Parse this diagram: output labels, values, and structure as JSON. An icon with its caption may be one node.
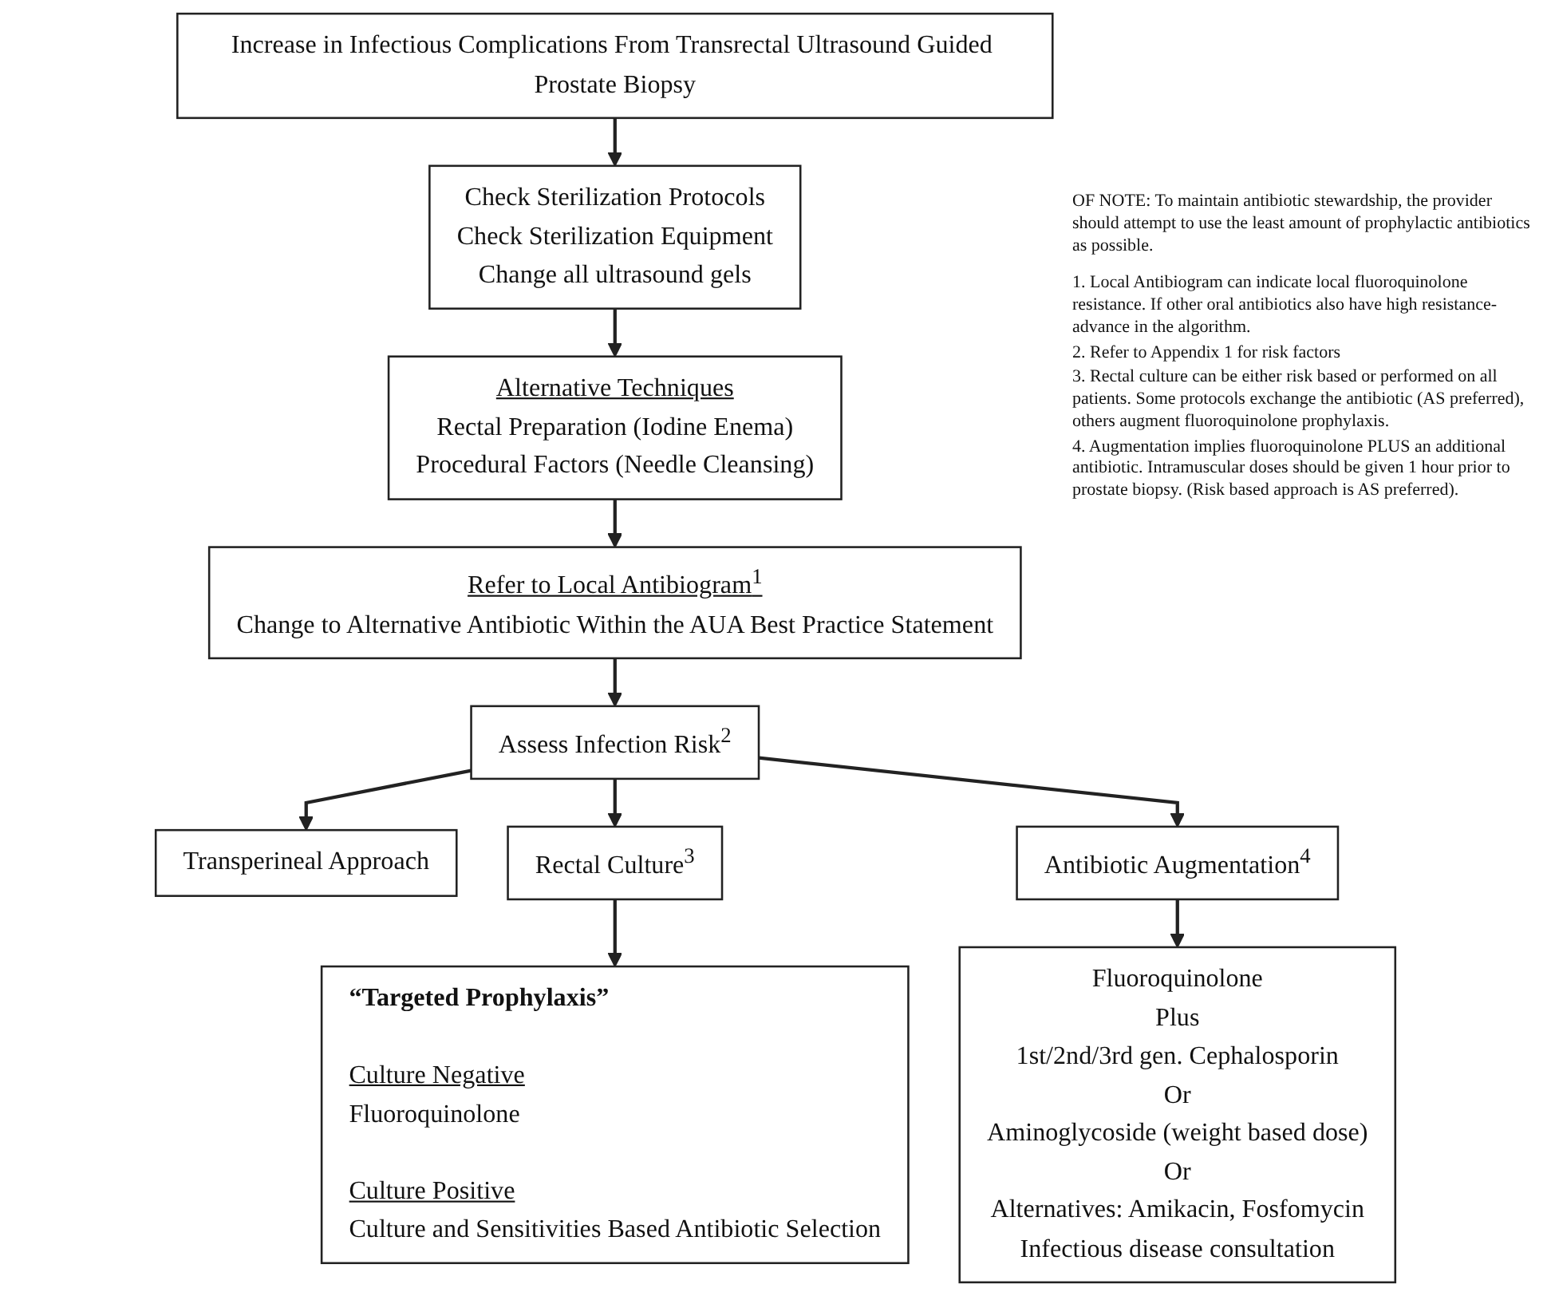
{
  "diagram": {
    "nodes": [
      {
        "text": [
          "Increase in Infectious Complications From Transrectal Ultrasound Guided Prostate Biopsy"
        ]
      },
      {
        "text": [
          "Check Sterilization Protocols",
          "Check Sterilization Equipment",
          "Change all ultrasound gels"
        ]
      },
      {
        "text": [
          "Alternative Techniques",
          "Rectal Preparation (Iodine Enema)",
          "Procedural Factors (Needle Cleansing)"
        ]
      },
      {
        "text": [
          "Refer to Local Antibiogram$^{1}$",
          "Change to Alternative Antibiotic Within the AUA Best Practice Statement"
        ]
      },
      {
        "text": [
          "Assess Infection Risk$^{2}$"
        ]
      },
      {
        "text": [
          "Transperineal Approach"
        ]
      },
      {
        "text": [
          "Rectal Culture$^{3}$"
        ]
      },
      {
        "text": [
          "Antibiotic Augmentation$^{4}$"
        ]
      },
      {
        "text": [
          "“Targeted Prophylaxis”",
          "Culture Negative",
          "Fluoroquinolone",
          "Culture Positive",
          "Culture and Sensitivities Based Antibiotic Selection"
        ]
      },
      {
        "text": [
          "Fluoroquinolone",
          "Plus",
          "1st/2nd/3rd gen. Cephalosporin",
          "Or",
          "Aminoglycoside (weight based dose)",
          "Or",
          "Alternatives: Amikacin, Fosfomycin",
          "Infectious disease consultation"
        ]
      }
    ],
    "edges": [
      {
        "from": 0,
        "to": 1,
        "arrow": "to"
      },
      {
        "from": 1,
        "to": 2,
        "arrow": "to"
      },
      {
        "from": 2,
        "to": 3,
        "arrow": "to"
      },
      {
        "from": 3,
        "to": 4,
        "arrow": "to"
      },
      {
        "from": 4,
        "to": 5,
        "arrow": "to"
      },
      {
        "from": 4,
        "to": 6,
        "arrow": "to"
      },
      {
        "from": 4,
        "to": 7,
        "arrow": "to"
      },
      {
        "from": 6,
        "to": 8,
        "arrow": "to"
      },
      {
        "from": 7,
        "to": 9,
        "arrow": "to"
      }
    ],
    "labels": [
      "OF NOTE: To maintain antibiotic stewardship, the provider should attempt to use the least amount of prophylactic antibiotics as possible.",
      "1. Local Antibiogram can indicate local fluoroquinolone resistance. If other oral antibiotics also have high resistance- advance in the algorithm.",
      "2. Refer to Appendix 1 for risk factors",
      "3. Rectal culture can be either risk based or performed on all patients. Some protocols exchange the antibiotic (AS preferred), others augment fluoroquinolone prophylaxis.",
      "4. Augmentation implies fluoroquinolone PLUS an additional antibiotic. Intramuscular doses should be given 1 hour prior to prostate biopsy. (Risk based approach is AS preferred)."
    ]
  }
}
